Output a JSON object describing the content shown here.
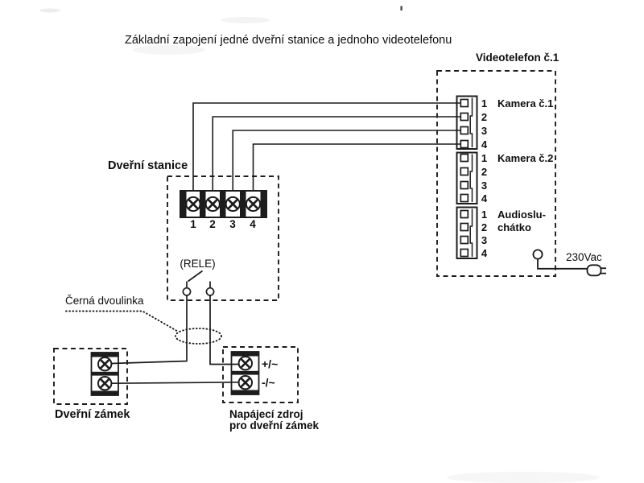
{
  "title": "Základní zapojení jedné dveřní stanice a jednoho videotelefonu",
  "videotelefon": {
    "label": "Videotelefon č.1",
    "blocks": [
      {
        "name": "Kamera č.1",
        "pins": [
          "1",
          "2",
          "3",
          "4"
        ]
      },
      {
        "name": "Kamera č.2",
        "pins": [
          "1",
          "2",
          "3",
          "4"
        ]
      },
      {
        "name_line1": "Audioslu-",
        "name_line2": "chátko",
        "pins": [
          "1",
          "2",
          "3",
          "4"
        ]
      }
    ],
    "power_label": "230Vac"
  },
  "door_station": {
    "label": "Dveřní stanice",
    "relay_label": "(RELE)",
    "terminals": [
      "1",
      "2",
      "3",
      "4"
    ]
  },
  "wire_note": "Černá dvoulinka",
  "door_lock": {
    "label": "Dveřní zámek"
  },
  "power_supply": {
    "label_line1": "Napájecí zdroj",
    "label_line2": "pro dveřní zámek",
    "terminal_labels": [
      "+/~",
      "-/~"
    ]
  },
  "colors": {
    "line": "#1c1c1c",
    "background": "#ffffff"
  }
}
